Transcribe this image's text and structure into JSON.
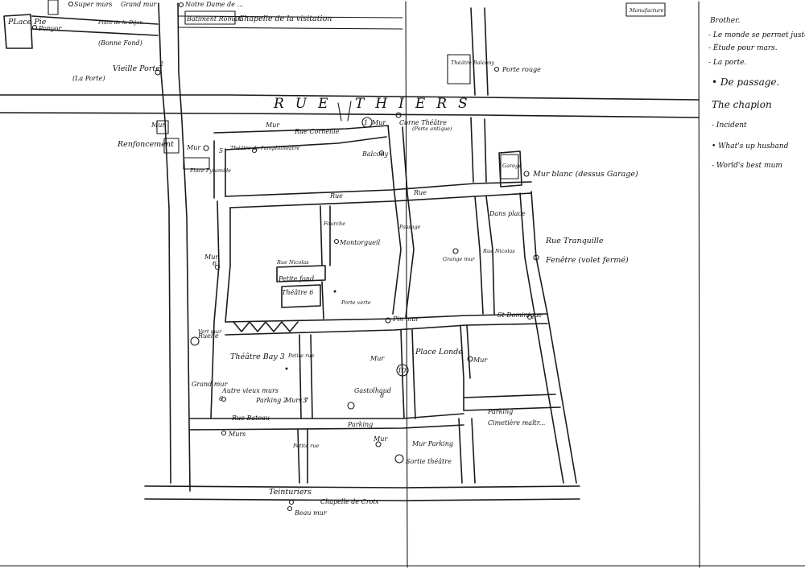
{
  "labels": {
    "place_pie": "PLace Pie",
    "ponyor": "Ponyor",
    "super_murs": "Super murs",
    "grand_mur_top": "Grand mur",
    "place_dijon": "Place de la Dijon",
    "notre_dame": "Notre Dame de ...",
    "batiment_romain": "Batiment Romain",
    "chapelle_visitation": "Chapelle de la visitation",
    "manufacture": "Manufacture",
    "bonne_fond": "(Bonne Fond)",
    "vieille_porte": "Vieille Porte",
    "la_porte": "(La Porte)",
    "rue_thiers": "RUE THIERS",
    "theatre_balcony": "Théâtre Balcony",
    "porte_rouge": "Porte rouge",
    "mur_left": "Mur",
    "renfoncement": "Renfoncement",
    "mur_left2": "Mur",
    "place_pyramide": "Place Pyramide",
    "rue_top": "Mur",
    "rue_corneille": "Rue Corneille",
    "theatre_amphi": "Théâtre de l'amphithéâtre",
    "mur_circle": "Mur",
    "corne_theatre": "Corne Théâtre",
    "porte_antique": "(Porte antique)",
    "balcony_mid": "Balcony",
    "garage": "Garage",
    "mur_blanc": "Mur blanc (dessus Garage)",
    "rue_stranger": "Rue",
    "rue_small": "Rue",
    "rue_tranquille": "Rue Tranquille",
    "fenetre": "Fenêtre (volet fermé)",
    "mur_mid_left": "Mur",
    "rue_nicolas": "Rue Nicolas",
    "montorgueil": "Montorgueil",
    "fourche": "Fourche",
    "petite_fond": "Petite fond",
    "theatre_6": "Théâtre 6",
    "porte_verte": "Porte verte",
    "grange_mur": "Grange mur",
    "rue_nicolas2": "Rue Nicolas",
    "passage": "Passage",
    "dans_place": "Dans place",
    "pin_mur": "Pin mur",
    "st_dominique": "St Dominique",
    "theatre_bay": "Théâtre Bay 3",
    "ruelle": "Ruelle",
    "place_londe": "Place Londe",
    "mur_center": "Mur",
    "mur_right": "Mur",
    "petite_rue": "Petite rue",
    "grand_mur_left": "Grand mur",
    "autre_vieux": "Autre vieux murs",
    "parking2": "Parking 2",
    "murs_7": "Murs 7",
    "gastolhaud": "Gastolhaud",
    "parking_right": "Parking",
    "cimetiere": "Cimetière maîtr...",
    "rue_bateau": "Rue Bateau",
    "murs_bottom": "Murs",
    "parking_mid": "Parking",
    "mur_bottom_mid": "Mur",
    "mur_parking": "Mur Parking",
    "sortie_theatre": "Sortie théâtre",
    "petite_rue2": "Petite rue",
    "tanneurs": "Teinturiers",
    "chapelle_croix": "Chapelle de Croix",
    "beau_mur": "Beau mur",
    "vert_mur": "Vert mur",
    "mur_6": "6",
    "n_1": "1",
    "n_2": "2",
    "n_3": "3",
    "n_5": "5",
    "n_6": "6",
    "n_8": "8",
    "n_10": "10"
  },
  "notes": {
    "items": [
      "Brother.",
      "- Le monde se permet juste",
      "- Étude pour mars.",
      "- La porte.",
      "• De passage.",
      "The chapion",
      "- Incident",
      "• What's up husband",
      "- World's best mum"
    ]
  },
  "colors": {
    "ink": "#1a1a1a",
    "paper": "#ffffff"
  }
}
